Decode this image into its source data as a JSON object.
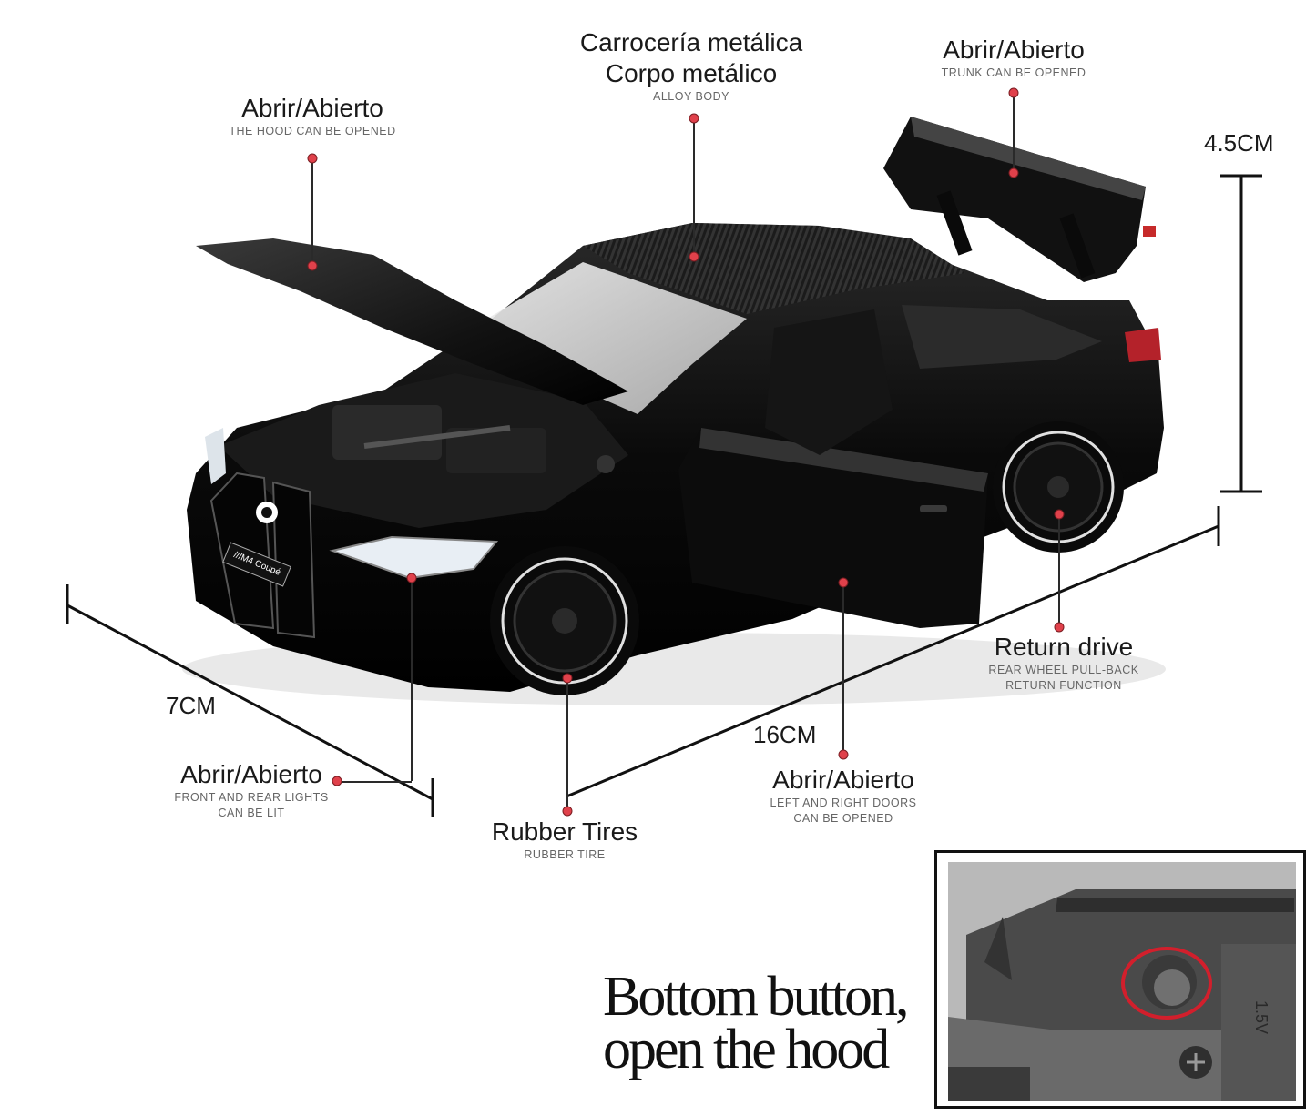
{
  "labels": {
    "body": {
      "title_line1": "Carrocería metálica",
      "title_line2": "Corpo metálico",
      "sub": "ALLOY BODY"
    },
    "hood": {
      "title": "Abrir/Abierto",
      "sub": "THE HOOD CAN BE OPENED"
    },
    "trunk": {
      "title": "Abrir/Abierto",
      "sub": "TRUNK CAN BE OPENED"
    },
    "lights": {
      "title": "Abrir/Abierto",
      "sub_line1": "FRONT AND REAR LIGHTS",
      "sub_line2": "CAN BE LIT"
    },
    "tires": {
      "title": "Rubber Tires",
      "sub": "RUBBER TIRE"
    },
    "doors": {
      "title": "Abrir/Abierto",
      "sub_line1": "LEFT AND RIGHT DOORS",
      "sub_line2": "CAN BE OPENED"
    },
    "return": {
      "title": "Return drive",
      "sub_line1": "REAR WHEEL PULL-BACK",
      "sub_line2": "RETURN FUNCTION"
    }
  },
  "dimensions": {
    "height": "4.5CM",
    "width": "7CM",
    "length": "16CM"
  },
  "badge": "///M4 Coupé",
  "inset": {
    "caption_line1": "Bottom button,",
    "caption_line2": "open the hood",
    "battery_text": "1.5V"
  },
  "colors": {
    "marker": "#e0414b",
    "car_body": "#0d0d0d",
    "line": "#2a2a2a"
  }
}
